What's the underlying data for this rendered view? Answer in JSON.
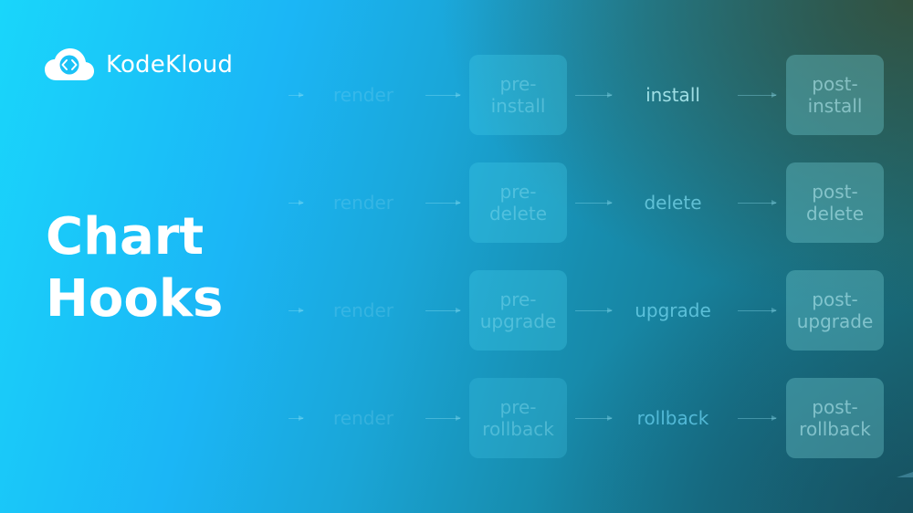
{
  "brand": {
    "name": "KodeKloud",
    "icon": "cloud-code-icon"
  },
  "title": {
    "line1": "Chart",
    "line2": "Hooks"
  },
  "flows": [
    {
      "render": "render",
      "pre_top": "pre-",
      "pre_bottom": "install",
      "action": "install",
      "post_top": "post-",
      "post_bottom": "install"
    },
    {
      "render": "render",
      "pre_top": "pre-",
      "pre_bottom": "delete",
      "action": "delete",
      "post_top": "post-",
      "post_bottom": "delete"
    },
    {
      "render": "render",
      "pre_top": "pre-",
      "pre_bottom": "upgrade",
      "action": "upgrade",
      "post_top": "post-",
      "post_bottom": "upgrade"
    },
    {
      "render": "render",
      "pre_top": "pre-",
      "pre_bottom": "rollback",
      "action": "rollback",
      "post_top": "post-",
      "post_bottom": "rollback"
    }
  ],
  "colors": {
    "gradient_start": "#19d6fb",
    "gradient_mid": "#178eb0",
    "gradient_end": "#1a6a74",
    "text_primary": "#ffffff"
  }
}
